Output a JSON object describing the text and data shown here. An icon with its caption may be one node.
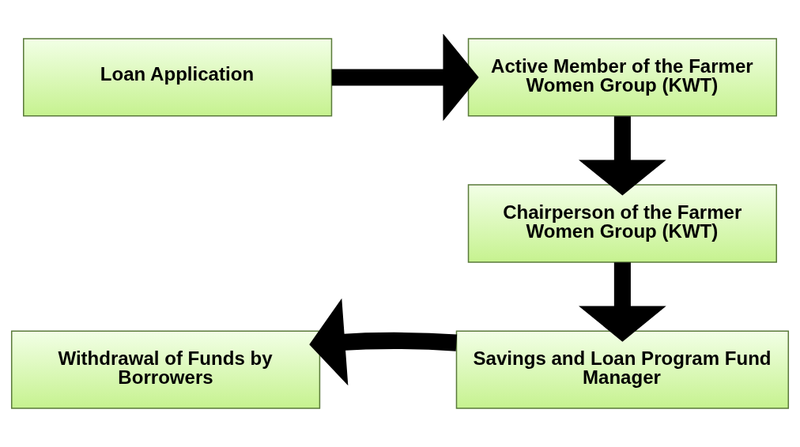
{
  "diagram": {
    "nodes": [
      {
        "text": [
          "Loan Application"
        ]
      },
      {
        "text": [
          "Active Member of the Farmer Women Group (KWT)"
        ]
      },
      {
        "text": [
          "Chairperson of the Farmer Women Group (KWT)"
        ]
      },
      {
        "text": [
          "Savings and Loan Program Fund Manager"
        ]
      },
      {
        "text": [
          "Withdrawal of Funds by Borrowers"
        ]
      }
    ],
    "edges": [
      {
        "from": 0,
        "to": 1,
        "arrow": "to"
      },
      {
        "from": 1,
        "to": 2,
        "arrow": "to"
      },
      {
        "from": 2,
        "to": 3,
        "arrow": "to"
      },
      {
        "from": 3,
        "to": 4,
        "arrow": "to"
      }
    ]
  }
}
